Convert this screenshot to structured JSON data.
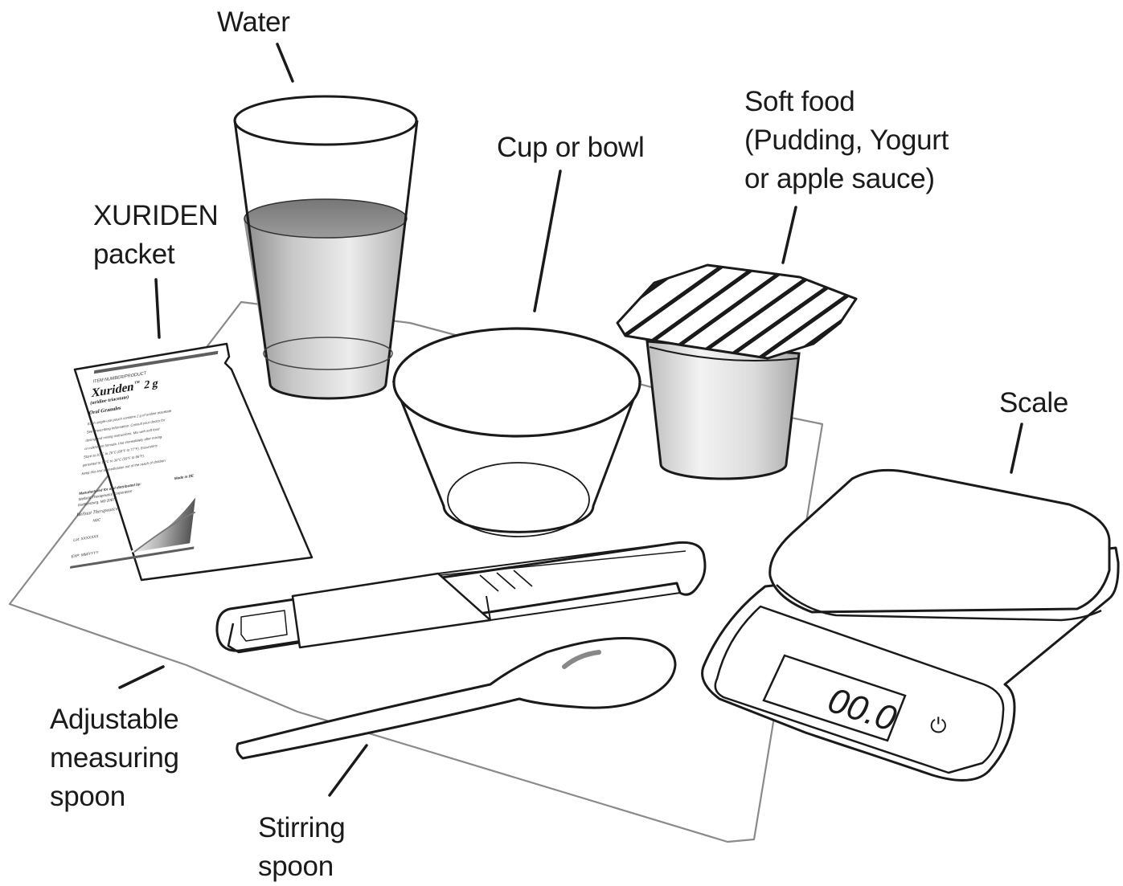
{
  "labels": {
    "water": [
      "Water"
    ],
    "cup_or_bowl": [
      "Cup or bowl"
    ],
    "soft_food": [
      "Soft food",
      "(Pudding, Yogurt",
      "or apple sauce)"
    ],
    "xuriden_packet": [
      "XURIDEN",
      "packet"
    ],
    "scale": [
      "Scale"
    ],
    "adjustable_measuring_spoon": [
      "Adjustable",
      "measuring",
      "spoon"
    ],
    "stirring_spoon": [
      "Stirring",
      "spoon"
    ]
  },
  "packet": {
    "top_line": "ITEM NUMBER/PRODUCT",
    "brand": "Xuriden",
    "trademark": "™",
    "dose": "2 g",
    "generic": "(uridine triacetate)",
    "form": "Oral Granules",
    "text_lines": [
      "Each single-use pouch contains 2 g of uridine triacetate",
      "See Prescribing Information. Consult your doctor for",
      "dosing and mixing instructions. Mix with soft food",
      "or milk/infant formula. Use immediately after mixing.",
      "Store at 20°C to 25°C (68°F to 77°F). Excursions",
      "permitted to 15°C to 30°C (59°F to 86°F).",
      "Keep this and all medication out of the reach of children"
    ],
    "manufacturer_line": "Manufactured for and distributed by:",
    "manufacturer_name": "Wellstat Therapeutics Corporation",
    "city": "Gaithersburg, MD 20878",
    "made_in": "Made in DE",
    "company_logo": "Wellstat Therapeutics",
    "ndc": "NDC",
    "lot": "Lot: XXXXXXX",
    "exp": "EXP: MM/YYYY"
  },
  "scale": {
    "display_value": "00.0",
    "power_symbol": "⏻"
  },
  "colors": {
    "outline": "#1a1a1a",
    "mat": "#8a8a8a",
    "water": "#9a9a9a",
    "glass_shadow": "#d2d2d2",
    "packet_band": "#5e5e5e"
  }
}
